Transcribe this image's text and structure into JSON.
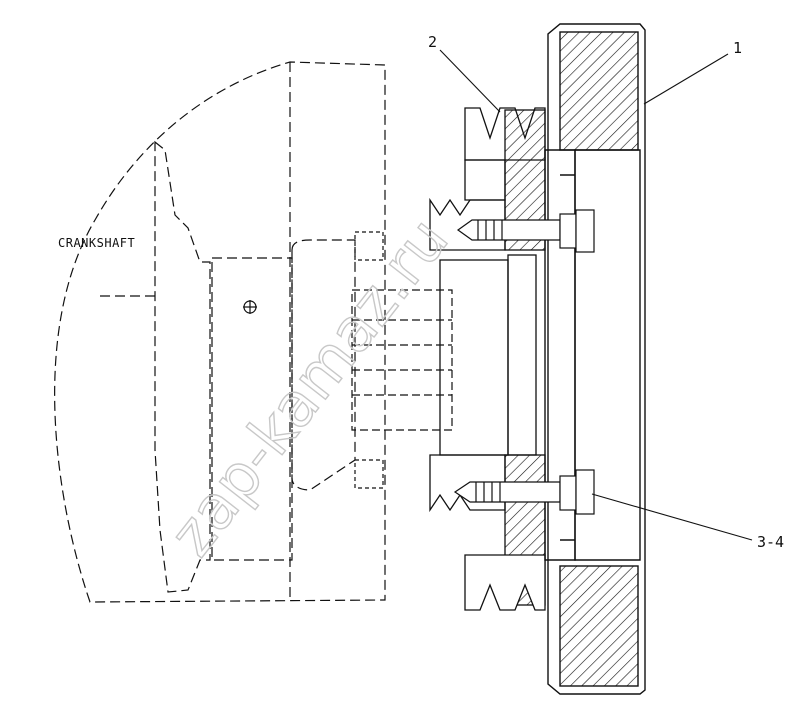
{
  "labels": {
    "part_1": "1",
    "part_2": "2",
    "part_3_4": "3-4",
    "crankshaft": "CRANKSHAFT"
  },
  "watermark": "zap-kamaz.ru",
  "colors": {
    "line": "#111111",
    "watermark": "#c8c8c8",
    "background": "#ffffff"
  }
}
